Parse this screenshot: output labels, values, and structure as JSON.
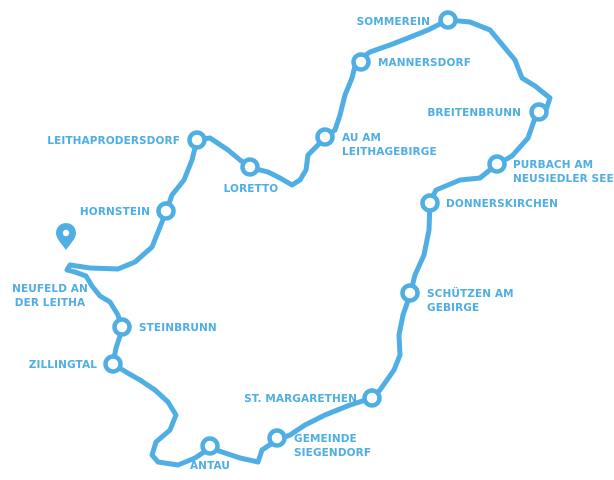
{
  "map": {
    "route_color": "#4faee3",
    "background": "#ffffff",
    "marker_icon": "map-pin-icon",
    "start_label": [
      "NEUFELD AN",
      "DER LEITHA"
    ],
    "stops": [
      {
        "id": "sommerein",
        "lines": [
          "SOMMEREIN"
        ]
      },
      {
        "id": "mannersdorf",
        "lines": [
          "MANNERSDORF"
        ]
      },
      {
        "id": "breitenbrunn",
        "lines": [
          "BREITENBRUNN"
        ]
      },
      {
        "id": "purbach",
        "lines": [
          "PURBACH AM",
          "NEUSIEDLER SEE"
        ]
      },
      {
        "id": "donnerskirchen",
        "lines": [
          "DONNERSKIRCHEN"
        ]
      },
      {
        "id": "schuetzen",
        "lines": [
          "SCHÜTZEN AM",
          "GEBIRGE"
        ]
      },
      {
        "id": "st-margarethen",
        "lines": [
          "ST. MARGARETHEN"
        ]
      },
      {
        "id": "siegendorf",
        "lines": [
          "GEMEINDE",
          "SIEGENDORF"
        ]
      },
      {
        "id": "antau",
        "lines": [
          "ANTAU"
        ]
      },
      {
        "id": "zillingtal",
        "lines": [
          "ZILLINGTAL"
        ]
      },
      {
        "id": "steinbrunn",
        "lines": [
          "STEINBRUNN"
        ]
      },
      {
        "id": "hornstein",
        "lines": [
          "HORNSTEIN"
        ]
      },
      {
        "id": "leithaprodersdorf",
        "lines": [
          "LEITHAPRODERSDORF"
        ]
      },
      {
        "id": "loretto",
        "lines": [
          "LORETTO"
        ]
      },
      {
        "id": "au-am-leithagebirge",
        "lines": [
          "AU AM",
          "LEITHAGEBIRGE"
        ]
      }
    ]
  }
}
